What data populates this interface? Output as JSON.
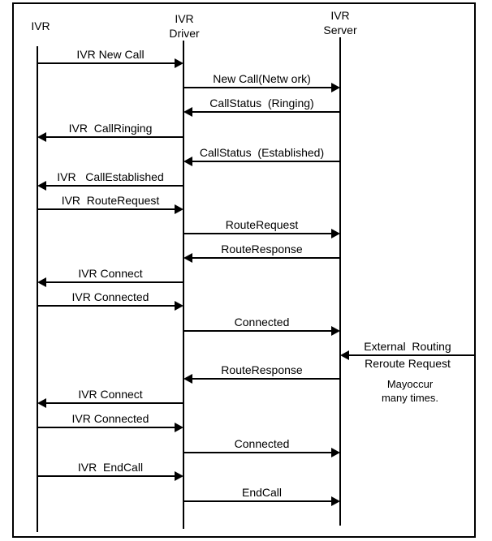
{
  "diagram": {
    "type": "sequence",
    "participants": [
      {
        "id": "ivr",
        "lines": [
          "IVR"
        ]
      },
      {
        "id": "driver",
        "lines": [
          "IVR",
          "Driver"
        ]
      },
      {
        "id": "server",
        "lines": [
          "IVR",
          "Server"
        ]
      }
    ],
    "external_source": "External",
    "messages": [
      {
        "label": "IVR New Call",
        "from": "ivr",
        "to": "driver"
      },
      {
        "label": "New Call(Netw ork)",
        "from": "driver",
        "to": "server"
      },
      {
        "label": "CallStatus  (Ringing)",
        "from": "server",
        "to": "driver"
      },
      {
        "label": "IVR  CallRinging",
        "from": "driver",
        "to": "ivr"
      },
      {
        "label": "CallStatus  (Established)",
        "from": "server",
        "to": "driver"
      },
      {
        "label": "IVR   CallEstablished",
        "from": "driver",
        "to": "ivr"
      },
      {
        "label": "IVR  RouteRequest",
        "from": "ivr",
        "to": "driver"
      },
      {
        "label": "RouteRequest",
        "from": "driver",
        "to": "server"
      },
      {
        "label": "RouteResponse",
        "from": "server",
        "to": "driver"
      },
      {
        "label": "IVR Connect",
        "from": "driver",
        "to": "ivr"
      },
      {
        "label": "IVR Connected",
        "from": "ivr",
        "to": "driver"
      },
      {
        "label": "Connected",
        "from": "driver",
        "to": "server"
      },
      {
        "label": "External  Routing",
        "label_below": "Reroute Request",
        "from": "External",
        "to": "server"
      },
      {
        "label": "RouteResponse",
        "from": "server",
        "to": "driver"
      },
      {
        "label": "IVR Connect",
        "from": "driver",
        "to": "ivr"
      },
      {
        "label": "IVR Connected",
        "from": "ivr",
        "to": "driver"
      },
      {
        "label": "Connected",
        "from": "driver",
        "to": "server"
      },
      {
        "label": "IVR  EndCall",
        "from": "ivr",
        "to": "driver"
      },
      {
        "label": "EndCall",
        "from": "driver",
        "to": "server"
      }
    ],
    "note": [
      "Mayoccur",
      "many times."
    ]
  }
}
